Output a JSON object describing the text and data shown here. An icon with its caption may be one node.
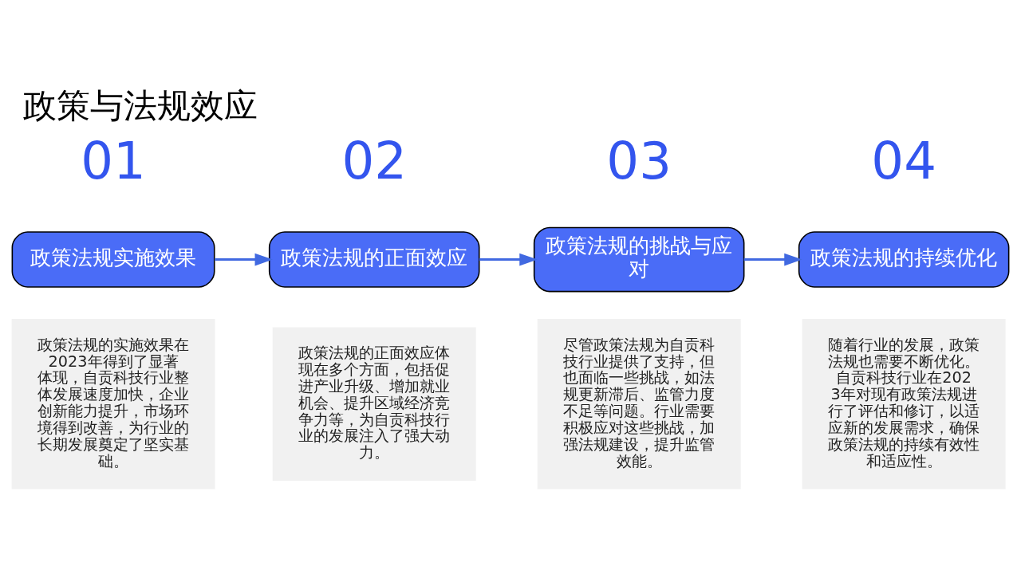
{
  "diagram": {
    "title": "政策与法规效应",
    "nodes": [
      {
        "text": [
          "政策法规实施效果"
        ],
        "beside": [
          "01"
        ]
      },
      {
        "text": [
          "政策法规的正面效应"
        ],
        "beside": [
          "02"
        ]
      },
      {
        "text": [
          "政策法规的挑战与应对"
        ],
        "beside": [
          "03"
        ]
      },
      {
        "text": [
          "政策法规的持续优化"
        ],
        "beside": [
          "04"
        ]
      },
      {
        "text": [
          "政策法规的实施效果在2023年得到了显著体现，自贡科技行业整体发展速度加快，企业创新能力提升，市场环境得到改善，为行业的长期发展奠定了坚实基础。"
        ]
      },
      {
        "text": [
          "政策法规的正面效应体现在多个方面，包括促进产业升级、增加就业机会、提升区域经济竞争力等，为自贡科技行业的发展注入了强大动力。"
        ]
      },
      {
        "text": [
          "尽管政策法规为自贡科技行业提供了支持，但也面临一些挑战，如法规更新滞后、监管力度不足等问题。行业需要积极应对这些挑战，加强法规建设，提升监管效能。"
        ]
      },
      {
        "text": [
          "随着行业的发展，政策法规也需要不断优化。自贡科技行业在2023年对现有政策法规进行了评估和修订，以适应新的发展需求，确保政策法规的持续有效性和适应性。"
        ]
      }
    ],
    "edges": [
      {
        "from": 0,
        "to": 1,
        "arrow": "to"
      },
      {
        "from": 1,
        "to": 2,
        "arrow": "to"
      },
      {
        "from": 2,
        "to": 3,
        "arrow": "to"
      }
    ]
  }
}
